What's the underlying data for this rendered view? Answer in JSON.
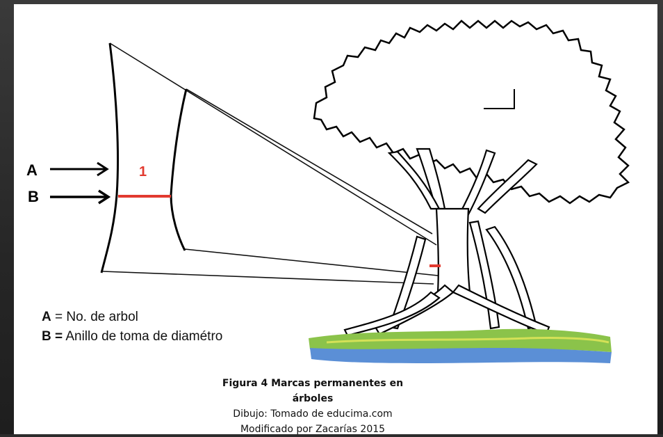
{
  "labels": {
    "a": "A",
    "b": "B",
    "ring_number": "1"
  },
  "legend": {
    "a_key": "A",
    "a_text": " = No. de arbol",
    "b_key": "B =",
    "b_text": " Anillo de toma de diamétro"
  },
  "caption": {
    "title": "Figura 4 Marcas permanentes en árboles",
    "line2": "Dibujo: Tomado de educima.com",
    "line3": "Modificado por Zacarías 2015"
  },
  "colors": {
    "ring_mark": "#e23a2f",
    "grass": "#7cb342",
    "water": "#4a7fd1"
  }
}
